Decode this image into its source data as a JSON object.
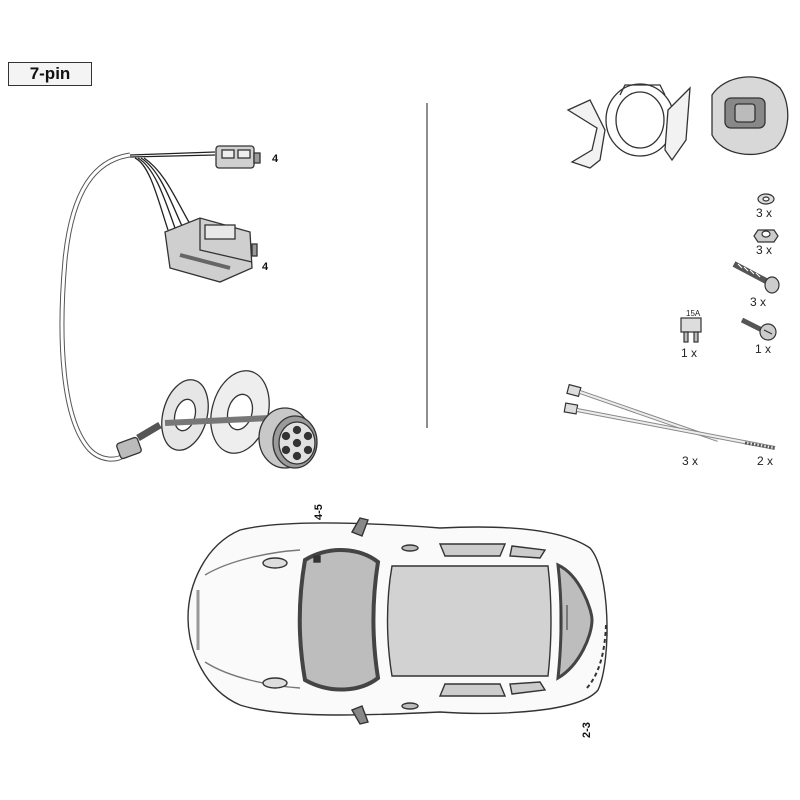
{
  "header": {
    "badge": "7-pin"
  },
  "harness": {
    "label_small_connector": "4",
    "label_large_connector": "4"
  },
  "parts": {
    "washer_qty": "3 x",
    "nut_qty": "3 x",
    "bolt_qty": "3 x",
    "fuse_rating": "15A",
    "fuse_qty": "1 x",
    "screw_qty": "1 x",
    "tie_short_qty": "3 x",
    "tie_long_qty": "2 x"
  },
  "car": {
    "label_front": "4-5",
    "label_rear": "2-3"
  }
}
